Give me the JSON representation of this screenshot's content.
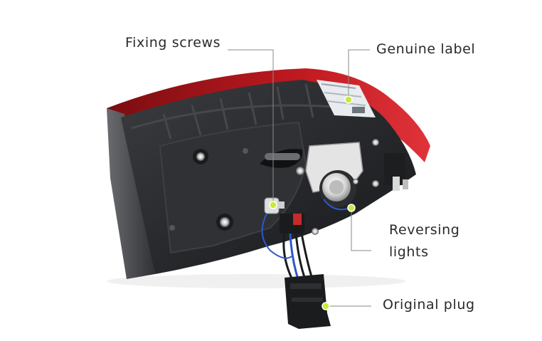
{
  "annotations": {
    "fixing_screws": "Fixing screws",
    "genuine_label": "Genuine label",
    "reversing_lights_line1": "Reversing",
    "reversing_lights_line2": "lights",
    "original_plug": "Original plug"
  },
  "colors": {
    "background": "#ffffff",
    "housing_dark": "#2b2d30",
    "housing_shadow": "#1a1b1d",
    "lens_red": "#c4151c",
    "callout_line": "#8a8a8a",
    "marker_green": "#c8ea3a",
    "label_text": "#2a2a2a",
    "wire_blue": "#2f57c9",
    "connector_red": "#c62a2a"
  }
}
